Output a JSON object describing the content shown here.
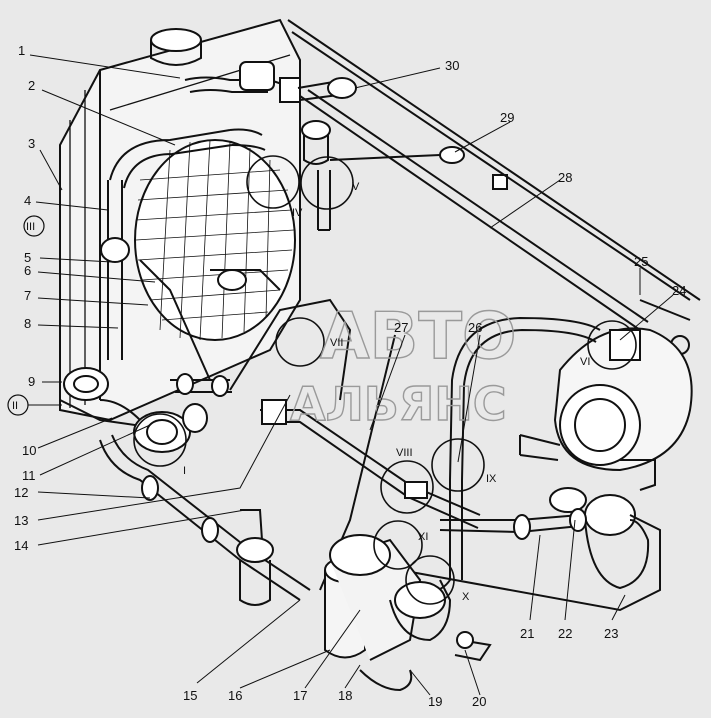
{
  "diagram": {
    "callouts": [
      "1",
      "2",
      "3",
      "4",
      "5",
      "6",
      "7",
      "8",
      "9",
      "10",
      "11",
      "12",
      "13",
      "14",
      "15",
      "16",
      "17",
      "18",
      "19",
      "20",
      "21",
      "22",
      "23",
      "24",
      "25",
      "26",
      "27",
      "28",
      "29",
      "30"
    ],
    "roman_markers": [
      "I",
      "II",
      "III",
      "IV",
      "V",
      "VI",
      "VII",
      "VIII",
      "IX",
      "X",
      "XI"
    ],
    "watermark_line1": "АВТО",
    "watermark_line2": "АЛЬЯНС"
  },
  "colors": {
    "background": "#e9e9e9",
    "ink": "#111111",
    "watermark": "#9a9a9a"
  }
}
